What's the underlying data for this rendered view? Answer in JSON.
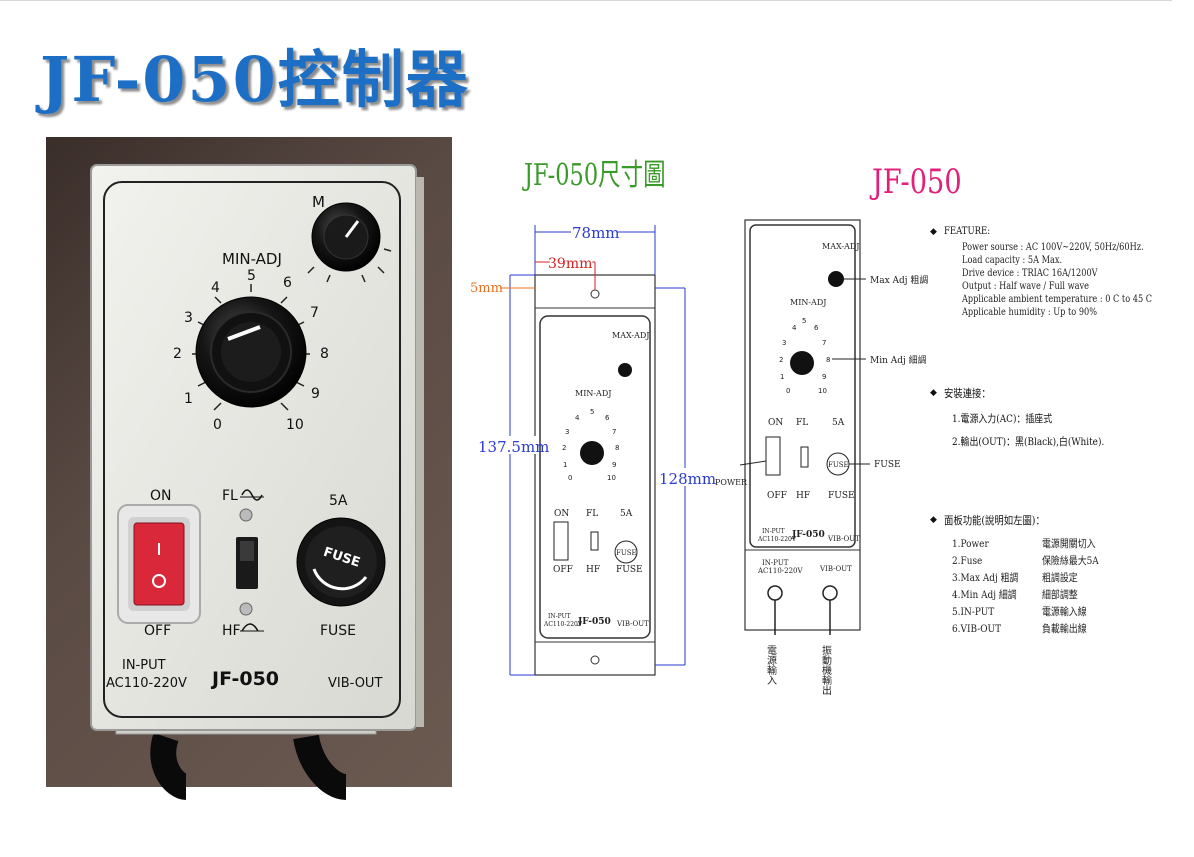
{
  "page": {
    "title": "JF-050控制器"
  },
  "photo": {
    "top_knob_letter": "M",
    "min_adj_label": "MIN-ADJ",
    "dial_marks": [
      "0",
      "1",
      "2",
      "3",
      "4",
      "5",
      "6",
      "7",
      "8",
      "9",
      "10"
    ],
    "on_label": "ON",
    "off_label": "OFF",
    "fl_label": "FL",
    "hf_label": "HF",
    "fuse_rating": "5A",
    "fuse_cap_text": "FUSE",
    "fuse_label": "FUSE",
    "input_label": "IN-PUT",
    "input_voltage": "AC110-220V",
    "model": "JF-050",
    "output_label": "VIB-OUT"
  },
  "dimension_drawing": {
    "title": "JF-050尺寸圖",
    "width_total": "78mm",
    "hole_spacing": "39mm",
    "edge_offset": "5mm",
    "height_total": "137.5mm",
    "height_inner": "128mm",
    "max_adj": "MAX-ADJ",
    "min_adj": "MIN-ADJ",
    "on": "ON",
    "off": "OFF",
    "fl": "FL",
    "hf": "HF",
    "fuse_rating": "5A",
    "fuse": "FUSE",
    "input": "IN-PUT",
    "input_voltage": "AC110-220V",
    "model": "JF-050",
    "output": "VIB-OUT"
  },
  "wiring_drawing": {
    "title": "JF-050",
    "max_adj": "MAX-ADJ",
    "min_adj": "MIN-ADJ",
    "max_callout": "Max Adj 粗調",
    "min_callout": "Min Adj 細調",
    "on": "ON",
    "off": "OFF",
    "fl": "FL",
    "hf": "HF",
    "fuse_rating": "5A",
    "fuse": "FUSE",
    "fuse_callout": "FUSE",
    "power_callout": "POWER",
    "input": "IN-PUT",
    "input_voltage": "AC110-220V",
    "model": "JF-050",
    "output": "VIB-OUT",
    "input_wire": "電源輸入",
    "output_wire": "振動機輸出"
  },
  "features": {
    "heading": "FEATURE:",
    "lines": [
      "Power sourse : AC 100V~220V, 50Hz/60Hz.",
      "Load capacity : 5A Max.",
      "Drive device : TRIAC  16A/1200V",
      "Output : Half wave / Full wave",
      "Applicable ambient temperature : 0 C to 45 C",
      "Applicable humidity : Up to 90%"
    ]
  },
  "install": {
    "heading": "安裝連接：",
    "lines": [
      "1.電源入力(AC)：插座式",
      "2.輸出(OUT)：黑(Black),白(White)."
    ]
  },
  "panel_functions": {
    "heading": "面板功能(說明如左圖)：",
    "rows": [
      {
        "en": "1.Power",
        "zh": "電源開關切入"
      },
      {
        "en": "2.Fuse",
        "zh": "保險絲最大5A"
      },
      {
        "en": "3.Max  Adj 粗調",
        "zh": "粗調設定"
      },
      {
        "en": "4.Min  Adj 細調",
        "zh": "細部調整"
      },
      {
        "en": "5.IN-PUT",
        "zh": "電源輸入線"
      },
      {
        "en": "6.VIB-OUT",
        "zh": "負載輸出線"
      }
    ]
  },
  "colors": {
    "title_blue": "#1d6fc6",
    "dimension_green": "#3a9a2a",
    "model_magenta": "#e0207a",
    "dimension_blue": "#2a3ad0",
    "dimension_red": "#d42020",
    "dimension_orange": "#e87020",
    "switch_red": "#d8283a"
  }
}
